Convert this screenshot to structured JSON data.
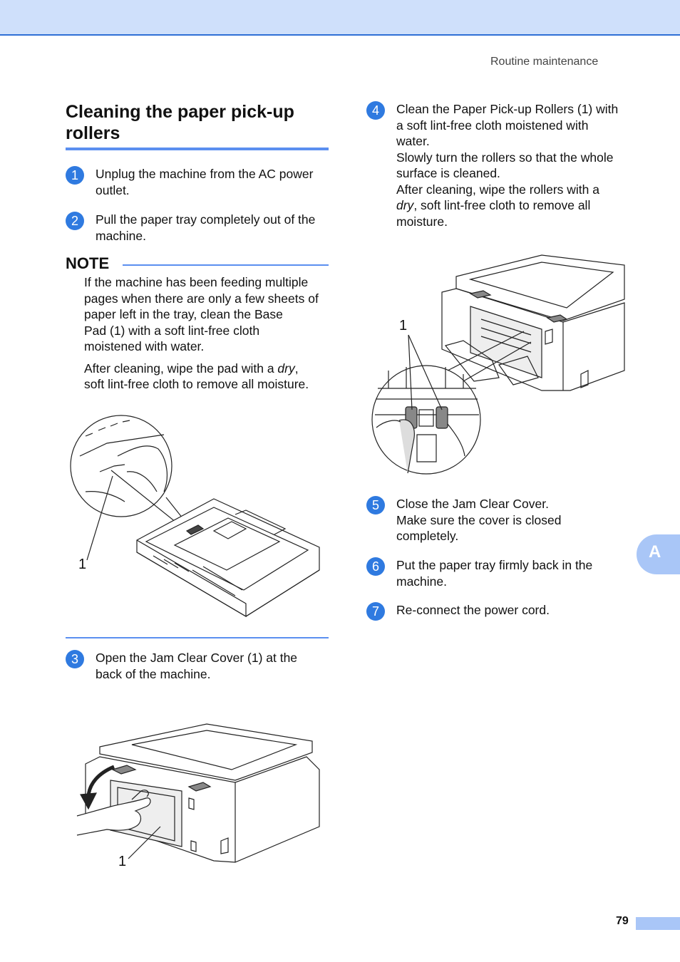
{
  "header": {
    "running_title": "Routine maintenance"
  },
  "section": {
    "title": "Cleaning the paper pick-up rollers"
  },
  "steps": [
    {
      "num": "1",
      "lines": [
        "Unplug the machine from the AC power",
        "outlet."
      ]
    },
    {
      "num": "2",
      "lines": [
        "Pull the paper tray completely out of the",
        "machine."
      ]
    },
    {
      "num": "3",
      "lines": [
        "Open the Jam Clear Cover (1) at the",
        "back of the machine."
      ]
    },
    {
      "num": "4",
      "lines": [
        "Clean the Paper Pick-up Rollers (1) with",
        "a soft lint-free cloth moistened with",
        "water.",
        "Slowly turn the rollers so that the whole",
        "surface is cleaned.",
        "After cleaning, wipe the rollers with a"
      ],
      "line7_italic": "dry",
      "line7_rest": ", soft lint-free cloth to remove all",
      "line8": "moisture."
    },
    {
      "num": "5",
      "lines": [
        "Close the Jam Clear Cover.",
        "Make sure the cover is closed",
        "completely."
      ]
    },
    {
      "num": "6",
      "lines": [
        "Put the paper tray firmly back in the",
        "machine."
      ]
    },
    {
      "num": "7",
      "lines": [
        "Re-connect the power cord."
      ]
    }
  ],
  "note": {
    "title": "NOTE",
    "para1": [
      "If the machine has been feeding multiple",
      "pages when there are only a few sheets of",
      "paper left in the tray, clean the Base",
      "Pad (1) with a soft lint-free cloth",
      "moistened with water."
    ],
    "para2_start": "After cleaning, wipe the pad with a ",
    "para2_italic": "dry",
    "para2_end": ",",
    "para2_line2": "soft lint-free cloth to remove all moisture."
  },
  "figures": {
    "callout": "1"
  },
  "side_tab": {
    "letter": "A"
  },
  "footer": {
    "page_number": "79"
  }
}
